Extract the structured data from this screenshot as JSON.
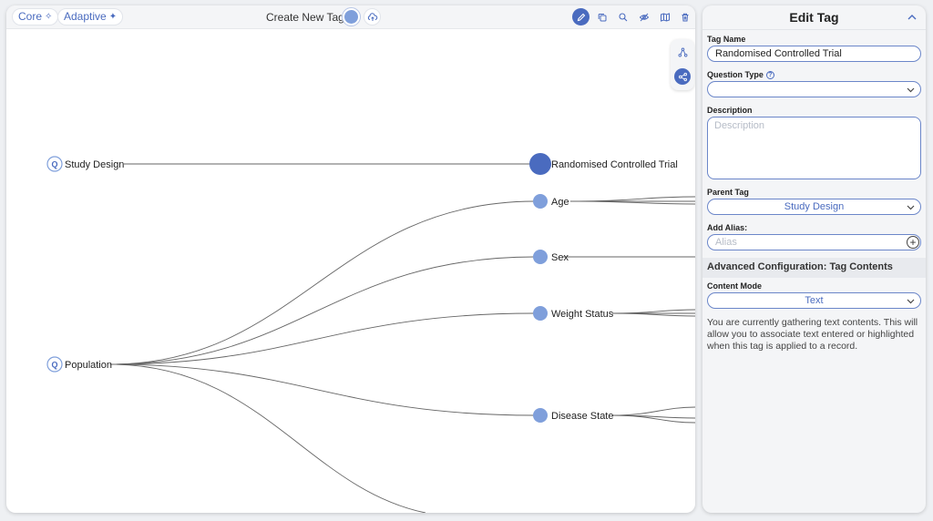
{
  "toolbar": {
    "core_label": "Core",
    "adaptive_label": "Adaptive",
    "spark_icon": "sparkle-icon",
    "create_new_tag_label": "Create New Tag:",
    "icons": [
      "cloud-upload-icon",
      "pencil-icon",
      "copy-icon",
      "search-icon",
      "eye-off-icon",
      "map-icon",
      "trash-icon"
    ]
  },
  "side_tools": {
    "icons": [
      "hierarchy-icon",
      "share-icon"
    ]
  },
  "graph": {
    "root_nodes": [
      {
        "label": "Study Design",
        "badge": "Q"
      },
      {
        "label": "Population",
        "badge": "Q"
      }
    ],
    "child_nodes": [
      {
        "label": "Randomised Controlled Trial",
        "selected": true
      },
      {
        "label": "Age"
      },
      {
        "label": "Sex"
      },
      {
        "label": "Weight Status"
      },
      {
        "label": "Disease State"
      }
    ],
    "colors": {
      "node": "#7f9fdb",
      "selected_node": "#4a6bbf",
      "edge": "#666666"
    }
  },
  "edit_panel": {
    "title": "Edit Tag",
    "tag_name_label": "Tag Name",
    "tag_name_value": "Randomised Controlled Trial",
    "question_type_label": "Question Type",
    "question_type_value": "",
    "description_label": "Description",
    "description_placeholder": "Description",
    "parent_tag_label": "Parent Tag",
    "parent_tag_value": "Study Design",
    "add_alias_label": "Add Alias:",
    "alias_placeholder": "Alias",
    "advanced_header": "Advanced Configuration: Tag Contents",
    "content_mode_label": "Content Mode",
    "content_mode_value": "Text",
    "info_text": "You are currently gathering text contents. This will allow you to associate text entered or highlighted when this tag is applied to a record."
  }
}
